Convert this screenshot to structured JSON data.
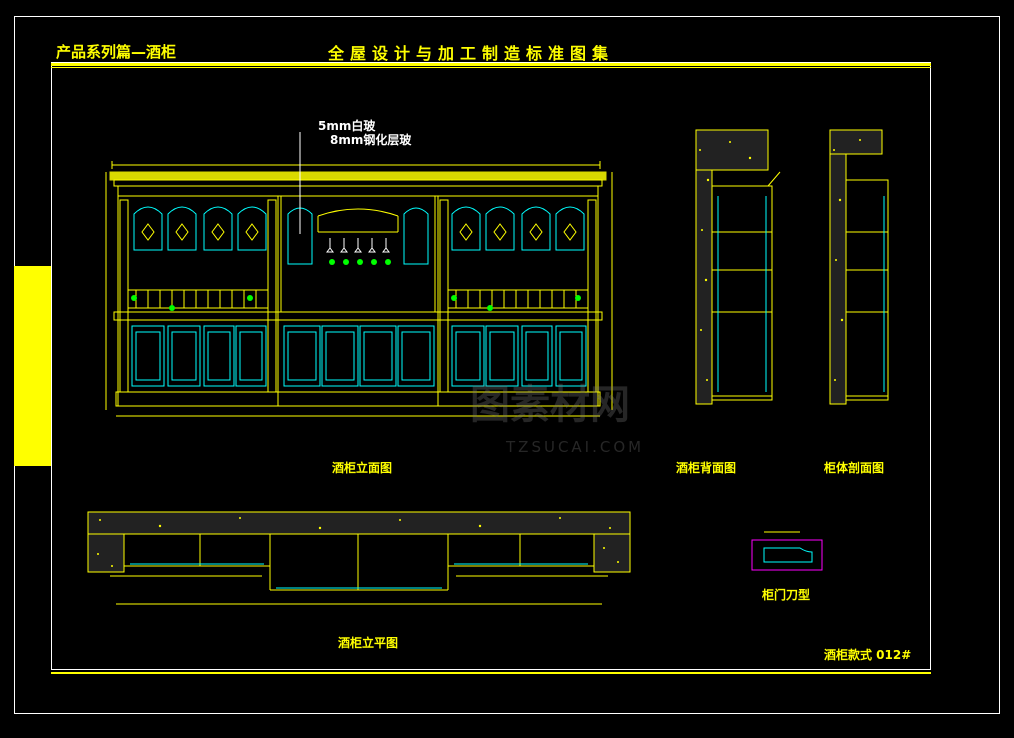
{
  "header": {
    "series_title": "产品系列篇—酒柜",
    "main_title": "全屋设计与加工制造标准图集"
  },
  "annotations": {
    "glass_note_1": "5mm白玻",
    "glass_note_2": "8mm钢化层玻"
  },
  "views": {
    "front_elevation": "酒柜立面图",
    "back_section": "酒柜背面图",
    "cabinet_section": "柜体剖面图",
    "plan_view": "酒柜立平图",
    "door_profile": "柜门刀型"
  },
  "footer": {
    "style_label": "酒柜款式 012#"
  },
  "watermark": {
    "brand": "图素材网",
    "domain": "TZSUCAI.COM"
  },
  "colors": {
    "background": "#000000",
    "primary_line": "#ffff00",
    "secondary_line": "#00ffff",
    "frame": "#ffffff",
    "accent": "#ff00ff",
    "green": "#00ff00"
  }
}
